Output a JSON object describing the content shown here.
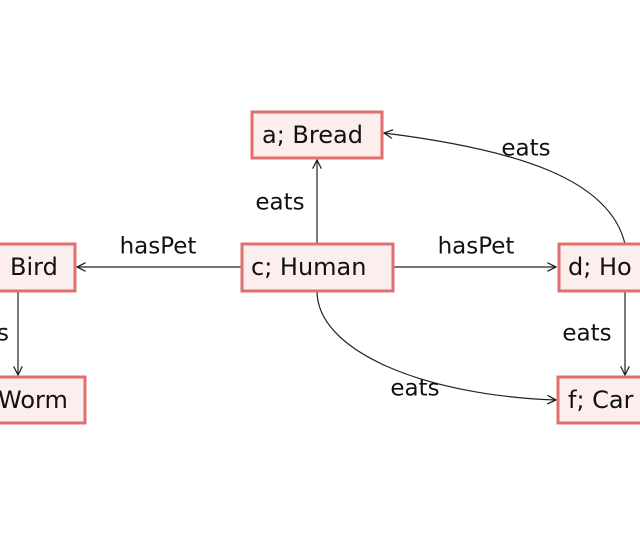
{
  "nodes": {
    "a": "a; Bread",
    "c": "c; Human",
    "b": "Bird",
    "w": "Worm",
    "d": "d; Ho",
    "f": "f; Car"
  },
  "edges": {
    "c_a": "eats",
    "c_b": "hasPet",
    "c_d": "hasPet",
    "d_a": "eats",
    "b_w": "s",
    "d_f": "eats",
    "c_f": "eats"
  },
  "colors": {
    "node_fill": "#fdeeee",
    "node_border": "#e06f6f",
    "edge": "#222222"
  }
}
